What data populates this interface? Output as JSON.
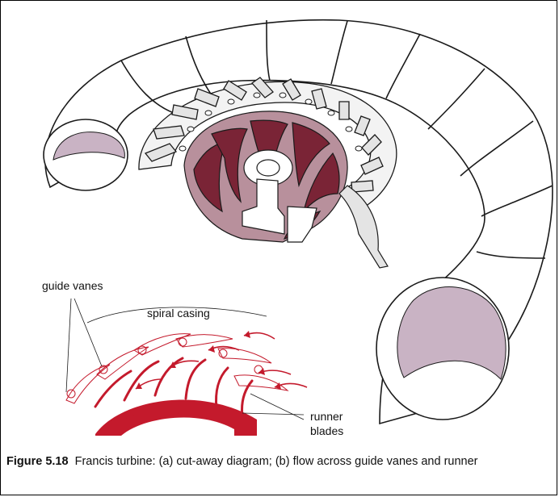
{
  "labels": {
    "guide_vanes": "guide vanes",
    "spiral_casing": "spiral casing",
    "runner_blades_line1": "runner",
    "runner_blades_line2": "blades"
  },
  "caption": {
    "figure_number": "Figure 5.18",
    "text": "Francis turbine: (a) cut-away diagram; (b) flow across guide vanes and runner"
  },
  "colors": {
    "runner": "#7a2436",
    "runner_light": "#b8909c",
    "casing_inner": "#c9b3c4",
    "flow_red": "#c41a2c",
    "outline": "#1a1a1a"
  }
}
